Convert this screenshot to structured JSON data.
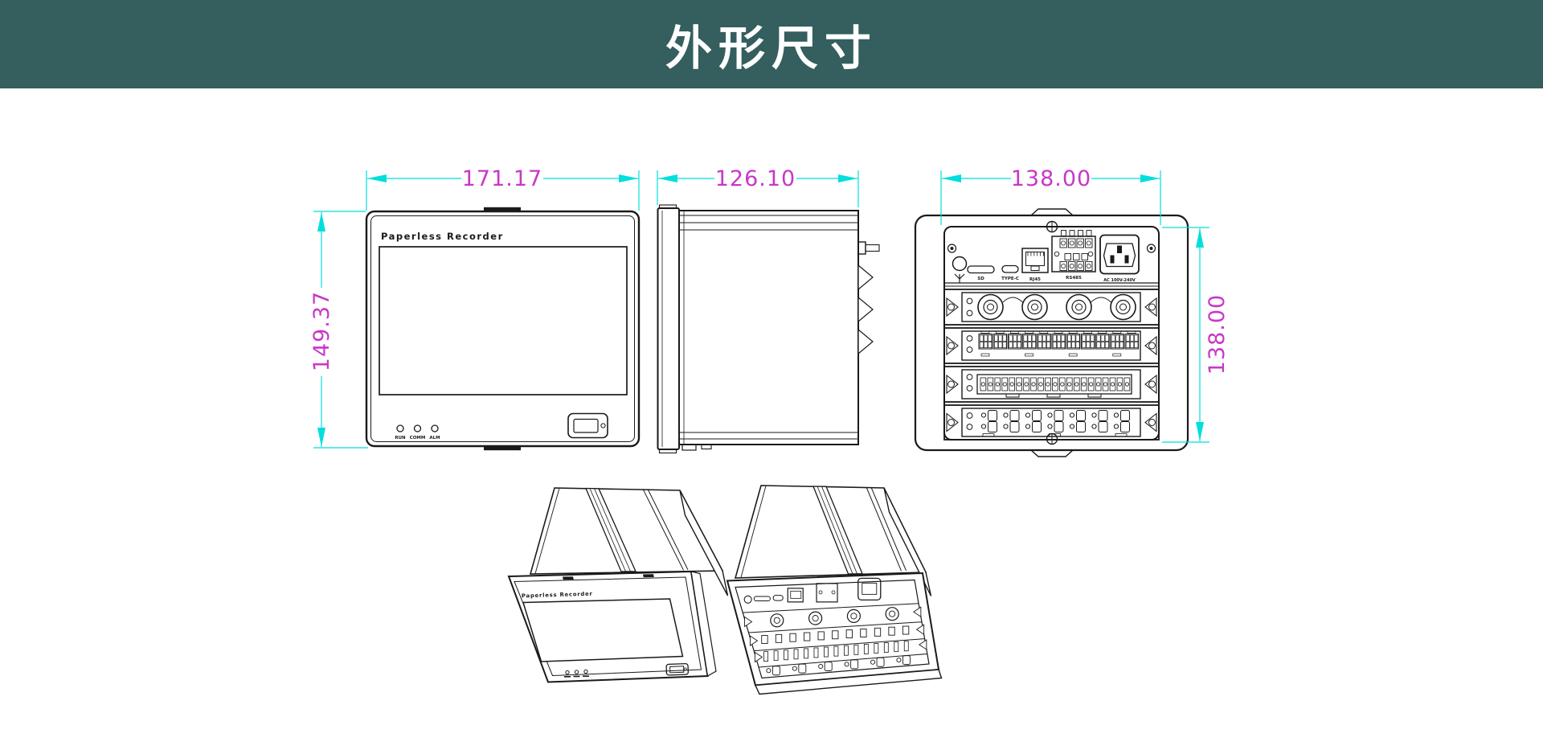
{
  "header": {
    "title": "外形尺寸"
  },
  "colors": {
    "header_bg": "#355E5E",
    "header_text": "#FFFFFF",
    "dimension_line": "#00DEDE",
    "dimension_text": "#C837C8",
    "drawing_line": "#1A1A1A",
    "background": "#FFFFFF"
  },
  "dimensions": {
    "front_width": "171.17",
    "front_height": "149.37",
    "side_depth": "126.10",
    "back_width": "138.00",
    "back_height": "138.00"
  },
  "front_view": {
    "brand": "Paperless Recorder",
    "led_labels": [
      "RUN",
      "COMM",
      "ALM"
    ]
  },
  "back_view": {
    "port_labels": {
      "sd": "SD",
      "typec": "TYPE-C",
      "rj45": "RJ45",
      "terminal": "RS485",
      "ac": "AC 100V-240V"
    }
  },
  "iso_front_view": {
    "brand": "Paperless Recorder"
  }
}
